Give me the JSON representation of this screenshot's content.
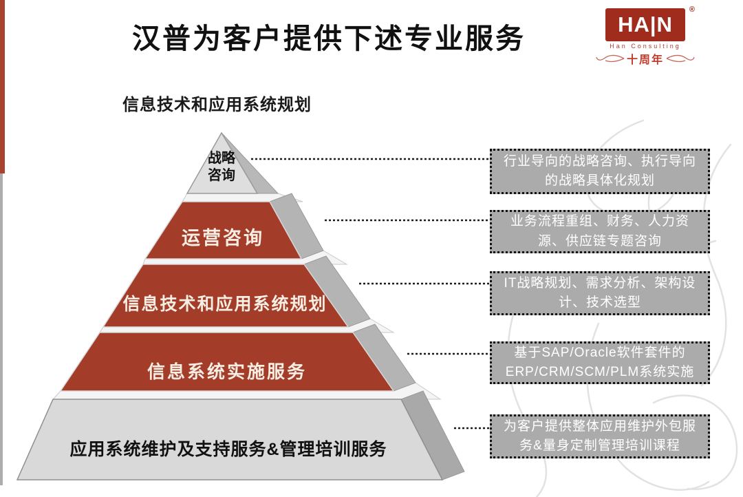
{
  "slide": {
    "title": "汉普为客户提供下述专业服务",
    "subtitle": "信息技术和应用系统规划"
  },
  "logo": {
    "letters": "HA|N",
    "registered": "®",
    "subtext": "Han Consulting",
    "anniversary": "十周年"
  },
  "pyramid": {
    "levels": [
      {
        "label": "战略\n咨询",
        "style": "gray"
      },
      {
        "label": "运营咨询",
        "style": "red"
      },
      {
        "label": "信息技术和应用系统规划",
        "style": "red"
      },
      {
        "label": "信息系统实施服务",
        "style": "red"
      },
      {
        "label": "应用系统维护及支持服务&管理培训服务",
        "style": "gray"
      }
    ]
  },
  "annotations": [
    "行业导向的战略咨询、执行导向的战略具体化规划",
    "业务流程重组、财务、人力资源、供应链专题咨询",
    "IT战略规划、需求分析、架构设计、技术选型",
    "基于SAP/Oracle软件套件的ERP/CRM/SCM/PLM系统实施",
    "为客户提供整体应用维护外包服务&量身定制管理培训课程"
  ],
  "colors": {
    "accent_red": "#A33C28",
    "logo_red": "#A02C1E",
    "box_gray": "#ABABAB",
    "level_gray": "#DCDCDC",
    "side_gray": "#B4B4B4"
  }
}
